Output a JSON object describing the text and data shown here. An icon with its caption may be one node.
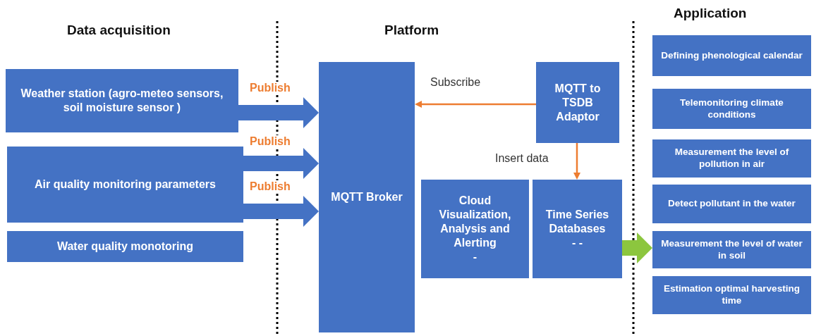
{
  "diagram": {
    "nodes": [
      {
        "text": [
          "Weather station (agro-meteo sensors, soil moisture sensor )"
        ]
      },
      {
        "text": [
          "Air quality monitoring parameters"
        ]
      },
      {
        "text": [
          "Water quality monotoring"
        ]
      },
      {
        "text": [
          "MQTT Broker"
        ]
      },
      {
        "text": [
          "MQTT to TSDB Adaptor"
        ]
      },
      {
        "text": [
          "Cloud Visualization, Analysis and Alerting",
          "-"
        ]
      },
      {
        "text": [
          "Time Series Databases",
          "- -"
        ]
      },
      {
        "text": [
          "Defining phenological calendar"
        ]
      },
      {
        "text": [
          "Telemonitoring climate conditions"
        ]
      },
      {
        "text": [
          "Measurement the level of pollution in air"
        ]
      },
      {
        "text": [
          "Detect pollutant in the water"
        ]
      },
      {
        "text": [
          "Measurement the level of water in soil"
        ]
      },
      {
        "text": [
          "Estimation optimal harvesting time"
        ]
      }
    ],
    "edges": [
      {
        "from": 0,
        "to": 3,
        "arrow": "to",
        "label": "Publish"
      },
      {
        "from": 1,
        "to": 3,
        "arrow": "to",
        "label": "Publish"
      },
      {
        "from": 1,
        "to": 3,
        "arrow": "to",
        "label": "Publish"
      },
      {
        "from": 4,
        "to": 3,
        "arrow": "to",
        "label": "Subscribe",
        "color": "#ed7d31"
      },
      {
        "from": 4,
        "to": 6,
        "arrow": "to",
        "label": "Insert data",
        "color": "#ed7d31"
      },
      {
        "from": 6,
        "to": 11,
        "arrow": "to",
        "color": "#8cc63e"
      }
    ],
    "labels": [
      "Data acquisition",
      "Platform",
      "Application"
    ]
  }
}
